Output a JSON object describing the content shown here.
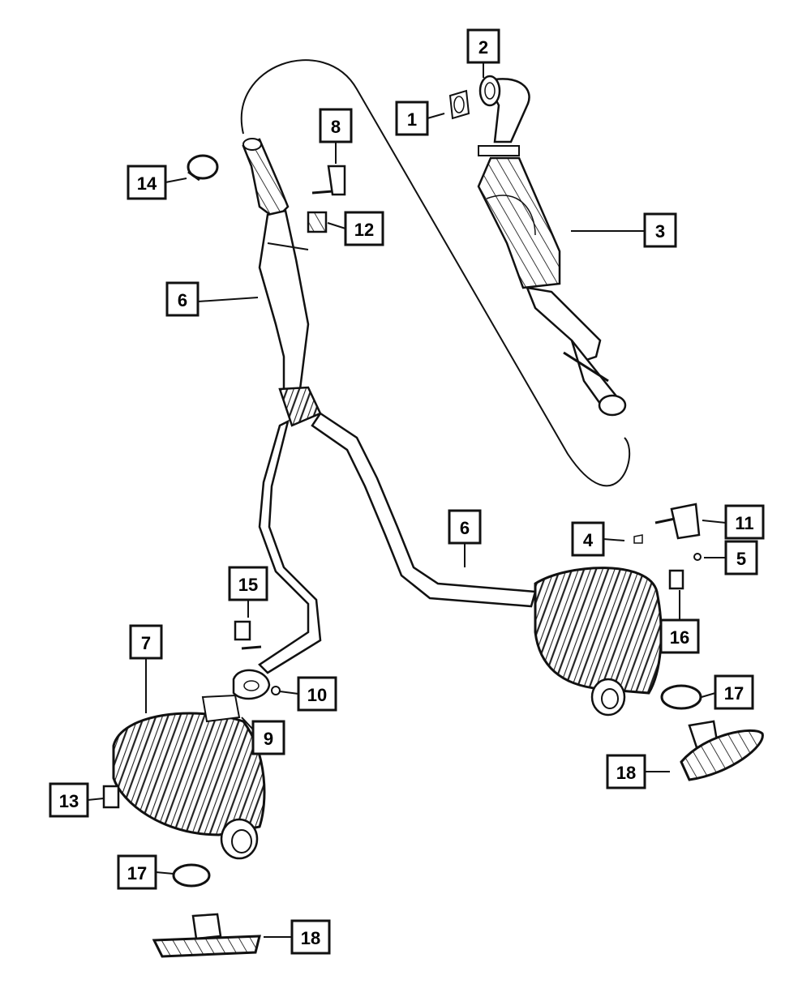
{
  "callouts": {
    "c1": "1",
    "c2": "2",
    "c3": "3",
    "c4": "4",
    "c5": "5",
    "c6a": "6",
    "c6b": "6",
    "c7": "7",
    "c8": "8",
    "c9": "9",
    "c10": "10",
    "c11": "11",
    "c12": "12",
    "c13": "13",
    "c14": "14",
    "c15": "15",
    "c16": "16",
    "c17a": "17",
    "c17b": "17",
    "c18a": "18",
    "c18b": "18"
  }
}
